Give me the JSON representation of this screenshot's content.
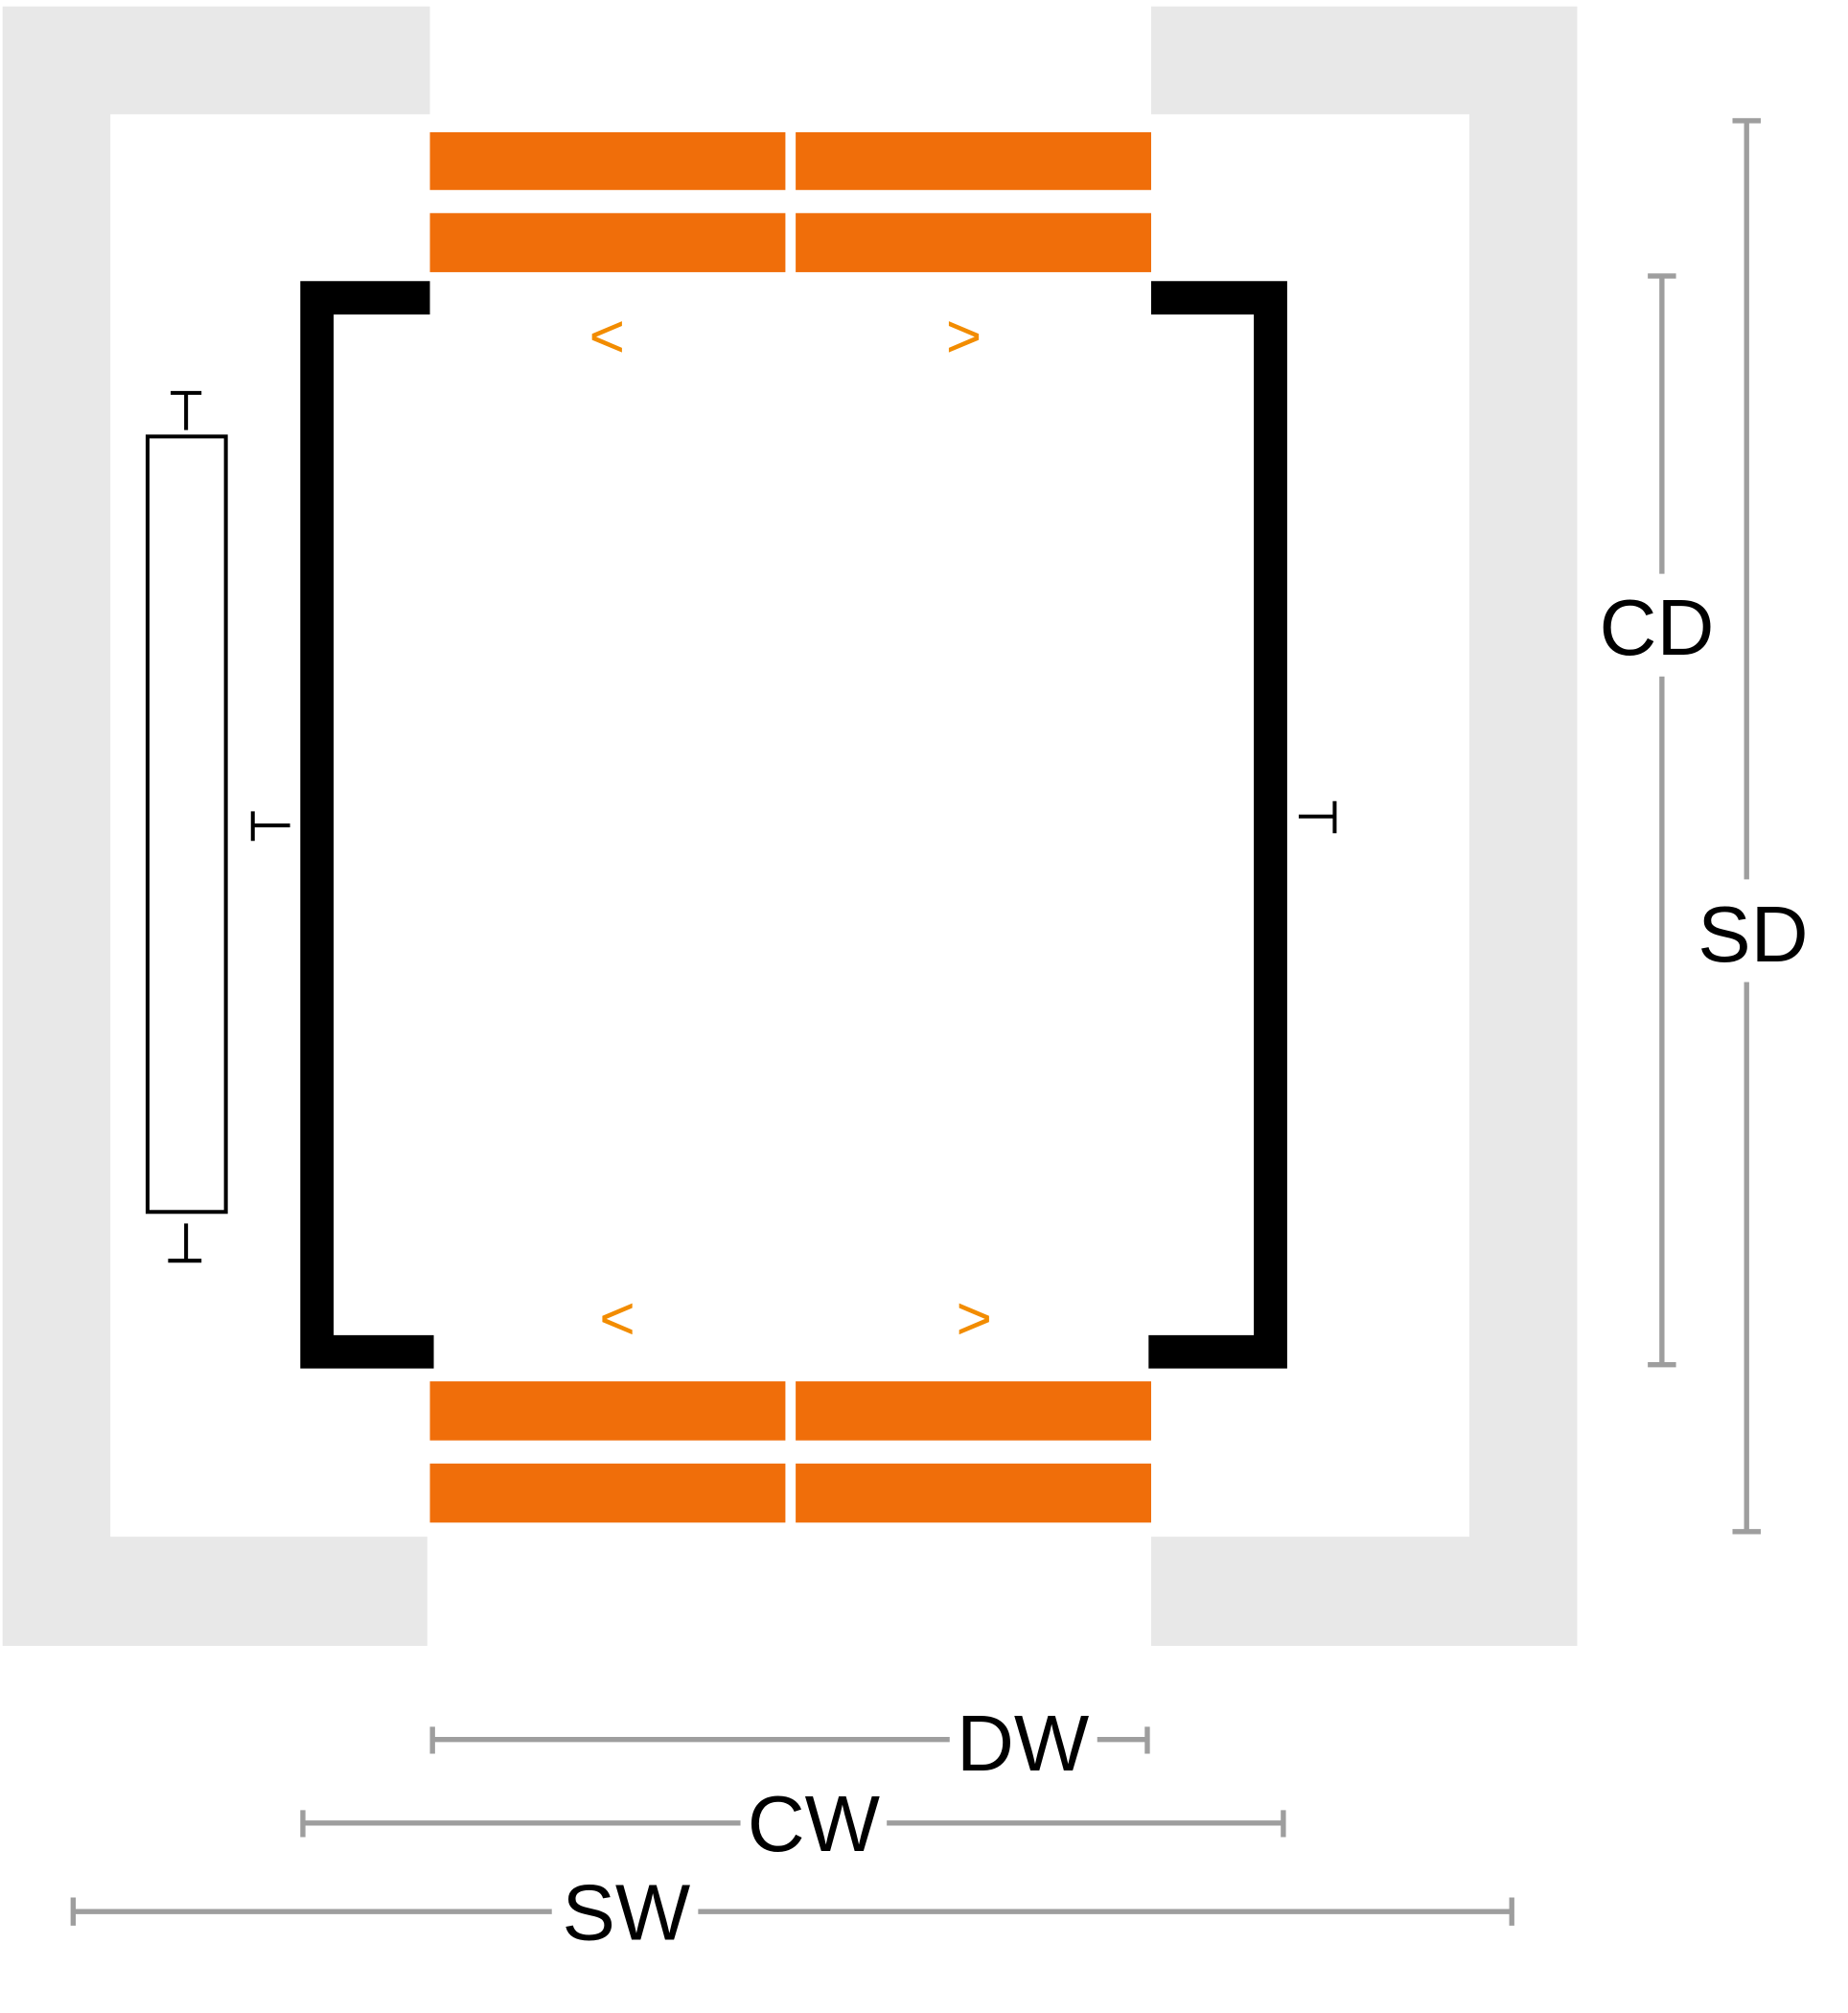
{
  "title": "Elevator shaft plan dimensions",
  "colors": {
    "wall": "#E8E8E8",
    "door": "#F06E0A",
    "arrow": "#F28C00",
    "car": "#000000",
    "dimension": "#9E9E9E"
  },
  "door_arrows": {
    "open_left": "<",
    "open_right": ">"
  },
  "dimensions": {
    "door_width": "DW",
    "car_width": "CW",
    "shaft_width": "SW",
    "car_depth": "CD",
    "shaft_depth": "SD"
  }
}
